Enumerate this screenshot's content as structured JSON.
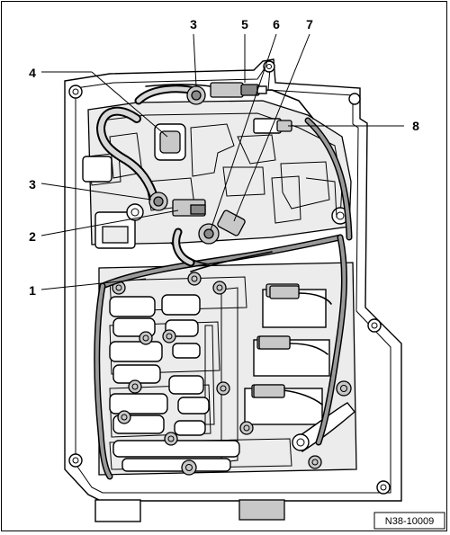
{
  "callouts": {
    "c1": "1",
    "c2": "2",
    "c3a": "3",
    "c3b": "3",
    "c4": "4",
    "c5": "5",
    "c6": "6",
    "c7": "7",
    "c8": "8"
  },
  "reference_code": "N38-10009",
  "colors": {
    "line": "#000000",
    "background": "#ffffff",
    "shade": "#c8c8c8"
  }
}
